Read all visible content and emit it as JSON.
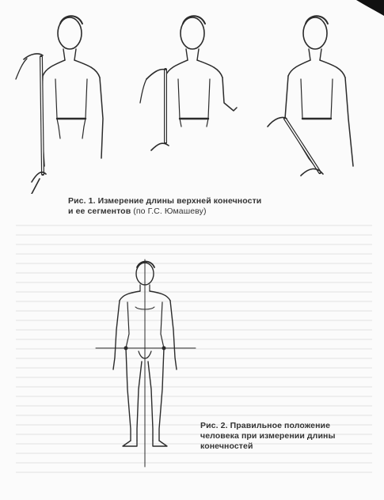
{
  "figure1": {
    "caption_line1": "Рис. 1. Измерение длины верхней конечности",
    "caption_line2_bold": "и ее сегментов",
    "caption_line2_normal": "(по Г.С. Юмашеву)"
  },
  "figure2": {
    "caption_line1": "Рис. 2. Правильное положение",
    "caption_line2": "человека при измерении длины",
    "caption_line3": "конечностей"
  },
  "colors": {
    "ink": "#2b2b2b",
    "paper": "#fbfbfb",
    "bleed": "#e6e6e6"
  }
}
